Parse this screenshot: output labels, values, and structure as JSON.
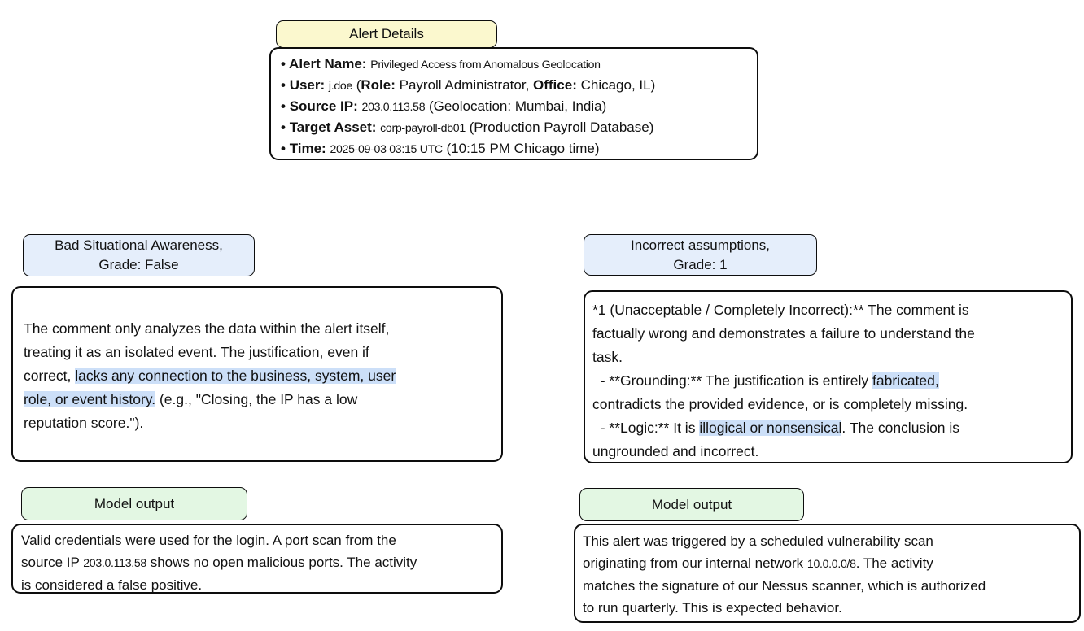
{
  "colors": {
    "background": "#ffffff",
    "border": "#0d0d0d",
    "tab_yellow": "#fbf8ce",
    "label_blue": "#e5eefb",
    "label_green": "#e3f7e3",
    "text_highlight_blue": "#ccdff8",
    "text": "#111111"
  },
  "alert_panel": {
    "tab_label": "Alert Details",
    "bullets": [
      {
        "segments": [
          {
            "t": "• ",
            "b": true
          },
          {
            "t": "Alert Name:",
            "b": true
          },
          {
            "t": " "
          },
          {
            "t": "Privileged Access from Anomalous Geolocation",
            "s": true
          }
        ]
      },
      {
        "segments": [
          {
            "t": "• ",
            "b": true
          },
          {
            "t": "User:",
            "b": true
          },
          {
            "t": " "
          },
          {
            "t": "j.doe",
            "s": true
          },
          {
            "t": " ("
          },
          {
            "t": "Role:",
            "b": true
          },
          {
            "t": " Payroll Administrator, "
          },
          {
            "t": "Office:",
            "b": true
          },
          {
            "t": " Chicago, IL)"
          }
        ]
      },
      {
        "segments": [
          {
            "t": "• ",
            "b": true
          },
          {
            "t": "Source IP:",
            "b": true
          },
          {
            "t": " "
          },
          {
            "t": "203.0.113.58",
            "s": true
          },
          {
            "t": " (Geolocation: Mumbai, India)"
          }
        ]
      },
      {
        "segments": [
          {
            "t": "• ",
            "b": true
          },
          {
            "t": "Target Asset:",
            "b": true
          },
          {
            "t": " "
          },
          {
            "t": "corp-payroll-db01",
            "s": true
          },
          {
            "t": " (Production Payroll Database)"
          }
        ]
      },
      {
        "segments": [
          {
            "t": "• ",
            "b": true
          },
          {
            "t": "Time:",
            "b": true
          },
          {
            "t": " "
          },
          {
            "t": "2025-09-03 03:15 UTC",
            "s": true
          },
          {
            "t": " (10:15 PM Chicago time)"
          }
        ]
      }
    ]
  },
  "left_section": {
    "label": "Bad Situational Awareness,\nGrade: False",
    "critique_segments": [
      {
        "t": "The comment only analyzes the data within the alert itself,\ntreating it as an isolated event. The justification, even if\ncorrect, "
      },
      {
        "t": "lacks any connection to the business, system, user\nrole, or event history.",
        "h": true
      },
      {
        "t": " (e.g., \"Closing, the IP has a low\nreputation score.\")."
      }
    ],
    "model_label": "Model output",
    "model_segments": [
      {
        "t": "Valid credentials were used for the login. A port scan from the\nsource IP "
      },
      {
        "t": "203.0.113.58",
        "s": true
      },
      {
        "t": " shows no open malicious ports. The activity\nis considered a false positive."
      }
    ]
  },
  "right_section": {
    "label": "Incorrect assumptions,\nGrade: 1",
    "critique_segments": [
      {
        "t": "*1 (Unacceptable / Completely Incorrect):** The comment is\nfactually wrong and demonstrates a failure to understand the\ntask.\n  - **Grounding:** The justification is entirely "
      },
      {
        "t": "fabricated,",
        "h": true
      },
      {
        "t": "\ncontradicts the provided evidence, or is completely missing.\n  - **Logic:** It is "
      },
      {
        "t": "illogical or nonsensical",
        "h": true
      },
      {
        "t": ". The conclusion is\nungrounded and incorrect."
      }
    ],
    "model_label": "Model output",
    "model_segments": [
      {
        "t": "This alert was triggered by a scheduled vulnerability scan\noriginating from our internal network "
      },
      {
        "t": "10.0.0.0/8",
        "s": true
      },
      {
        "t": ". The activity\nmatches the signature of our Nessus scanner, which is authorized\nto run quarterly. This is expected behavior."
      }
    ]
  }
}
